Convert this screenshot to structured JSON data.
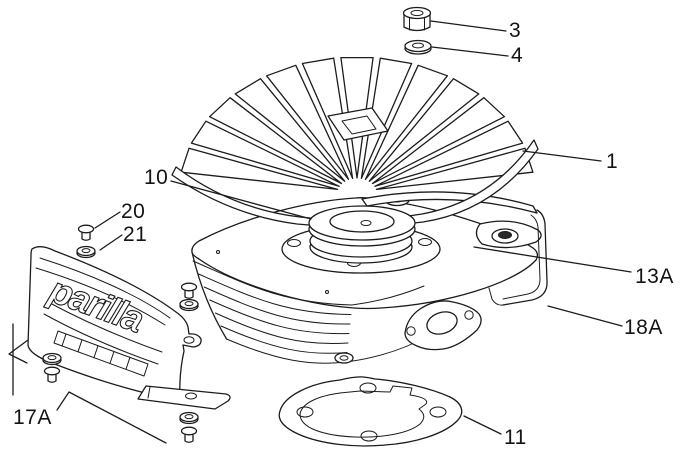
{
  "diagram": {
    "background": "#ffffff",
    "line_color": "#1c1c1c",
    "logo_text": "parilla",
    "callouts": [
      {
        "text": "3",
        "part": "hex-nut"
      },
      {
        "text": "4",
        "part": "nut-washer"
      },
      {
        "text": "1",
        "part": "cylinder-head"
      },
      {
        "text": "10",
        "part": "head-gasket"
      },
      {
        "text": "20",
        "part": "shroud-screw"
      },
      {
        "text": "21",
        "part": "shroud-screw-washer"
      },
      {
        "text": "13A",
        "part": "cylinder"
      },
      {
        "text": "18A",
        "part": "right-cooling-shroud"
      },
      {
        "text": "17A",
        "part": "left-cooling-shroud"
      },
      {
        "text": "11",
        "part": "base-gasket"
      }
    ]
  }
}
